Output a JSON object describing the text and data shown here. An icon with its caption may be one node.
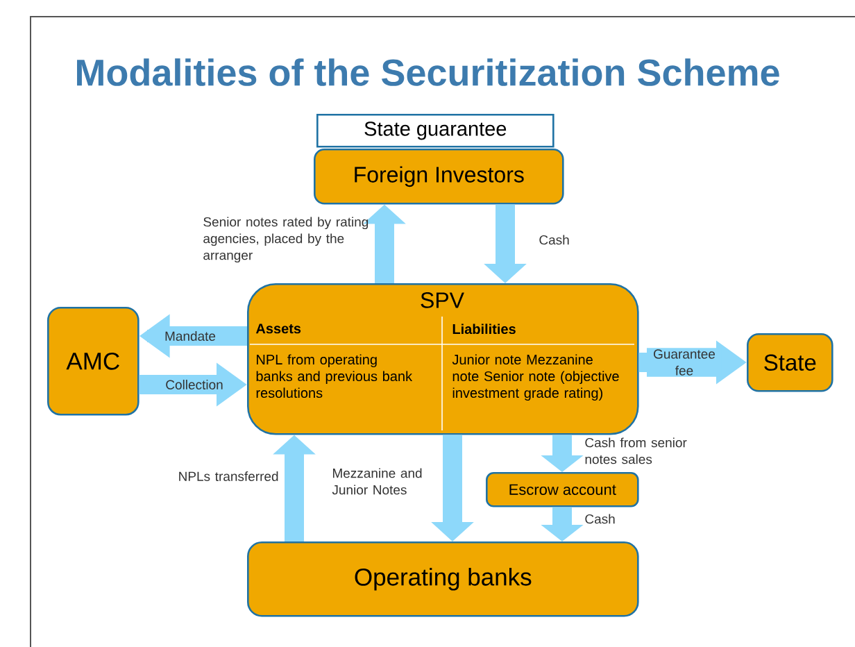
{
  "diagram": {
    "title": "Modalities of the Securitization Scheme",
    "nodes": [
      {
        "text": [
          "State guarantee"
        ]
      },
      {
        "text": [
          "Foreign Investors"
        ]
      },
      {
        "text": [
          "SPV",
          "Assets",
          "NPL from operating banks and previous bank resolutions",
          "Liabilities",
          "Junior note Mezzanine note Senior note (objective investment grade rating)"
        ]
      },
      {
        "text": [
          "AMC"
        ]
      },
      {
        "text": [
          "State"
        ]
      },
      {
        "text": [
          "Escrow account"
        ]
      },
      {
        "text": [
          "Operating banks"
        ]
      }
    ],
    "edges": [
      {
        "from": 2,
        "to": 1,
        "arrow": "to",
        "label": "Senior notes rated by rating agencies, placed by the arranger"
      },
      {
        "from": 1,
        "to": 2,
        "arrow": "to",
        "label": "Cash"
      },
      {
        "from": 2,
        "to": 3,
        "arrow": "to",
        "label": "Mandate"
      },
      {
        "from": 3,
        "to": 2,
        "arrow": "to",
        "label": "Collection"
      },
      {
        "from": 2,
        "to": 4,
        "arrow": "to",
        "label": "Guarantee fee"
      },
      {
        "from": 6,
        "to": 2,
        "arrow": "to",
        "label": "NPLs transferred"
      },
      {
        "from": 2,
        "to": 6,
        "arrow": "to",
        "label": "Mezzanine and Junior Notes"
      },
      {
        "from": 2,
        "to": 5,
        "arrow": "to",
        "label": "Cash from senior notes sales"
      },
      {
        "from": 5,
        "to": 6,
        "arrow": "to",
        "label": "Cash"
      }
    ]
  }
}
